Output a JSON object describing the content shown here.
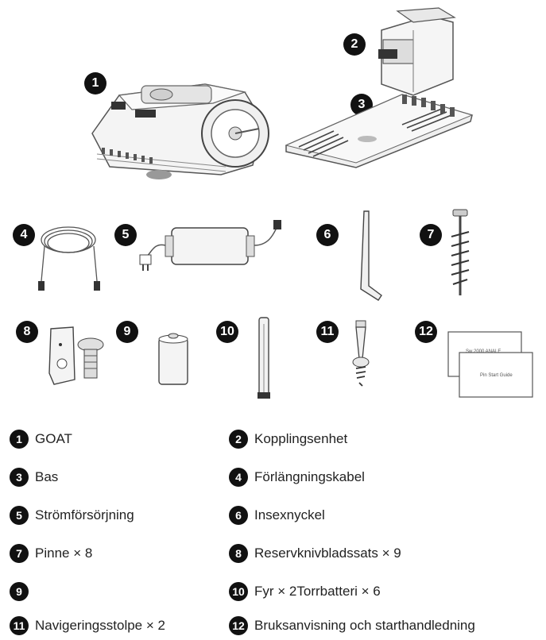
{
  "numbers": [
    "1",
    "2",
    "3",
    "4",
    "5",
    "6",
    "7",
    "8",
    "9",
    "10",
    "11",
    "12"
  ],
  "card_texts": [
    "Sw 2000 ANALE",
    "Pin Start Guide"
  ],
  "legend": [
    {
      "num": "1",
      "label": "GOAT"
    },
    {
      "num": "2",
      "label": "Kopplingsenhet"
    },
    {
      "num": "3",
      "label": "Bas"
    },
    {
      "num": "4",
      "label": "Förlängningskabel"
    },
    {
      "num": "5",
      "label": "Strömförsörjning"
    },
    {
      "num": "6",
      "label": "Insexnyckel"
    },
    {
      "num": "7",
      "label": "Pinne × 8"
    },
    {
      "num": "8",
      "label": "Reservknivbladssats × 9"
    },
    {
      "num": "9",
      "label": ""
    },
    {
      "num": "10",
      "label": "Fyr × 2Torrbatteri × 6"
    },
    {
      "num": "11",
      "label": "Navigeringsstolpe × 2"
    },
    {
      "num": "12",
      "label": "Bruksanvisning och starthandledning"
    }
  ]
}
